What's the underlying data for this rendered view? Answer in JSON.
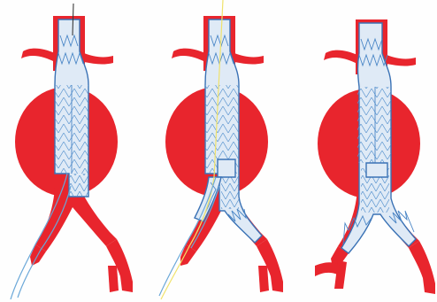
{
  "figure": {
    "panels": [
      {
        "stage": "deployment-of-main-body"
      },
      {
        "stage": "cannulation-of-contralateral-limb"
      },
      {
        "stage": "completed-bifurcated-graft"
      }
    ],
    "colors": {
      "vessel": "#e8252d",
      "graft": "#dfeaf6",
      "stent_mesh": "#3a72b5",
      "guidewire_blue": "#6aa7d8",
      "guidewire_yellow": "#f0e26a"
    }
  }
}
